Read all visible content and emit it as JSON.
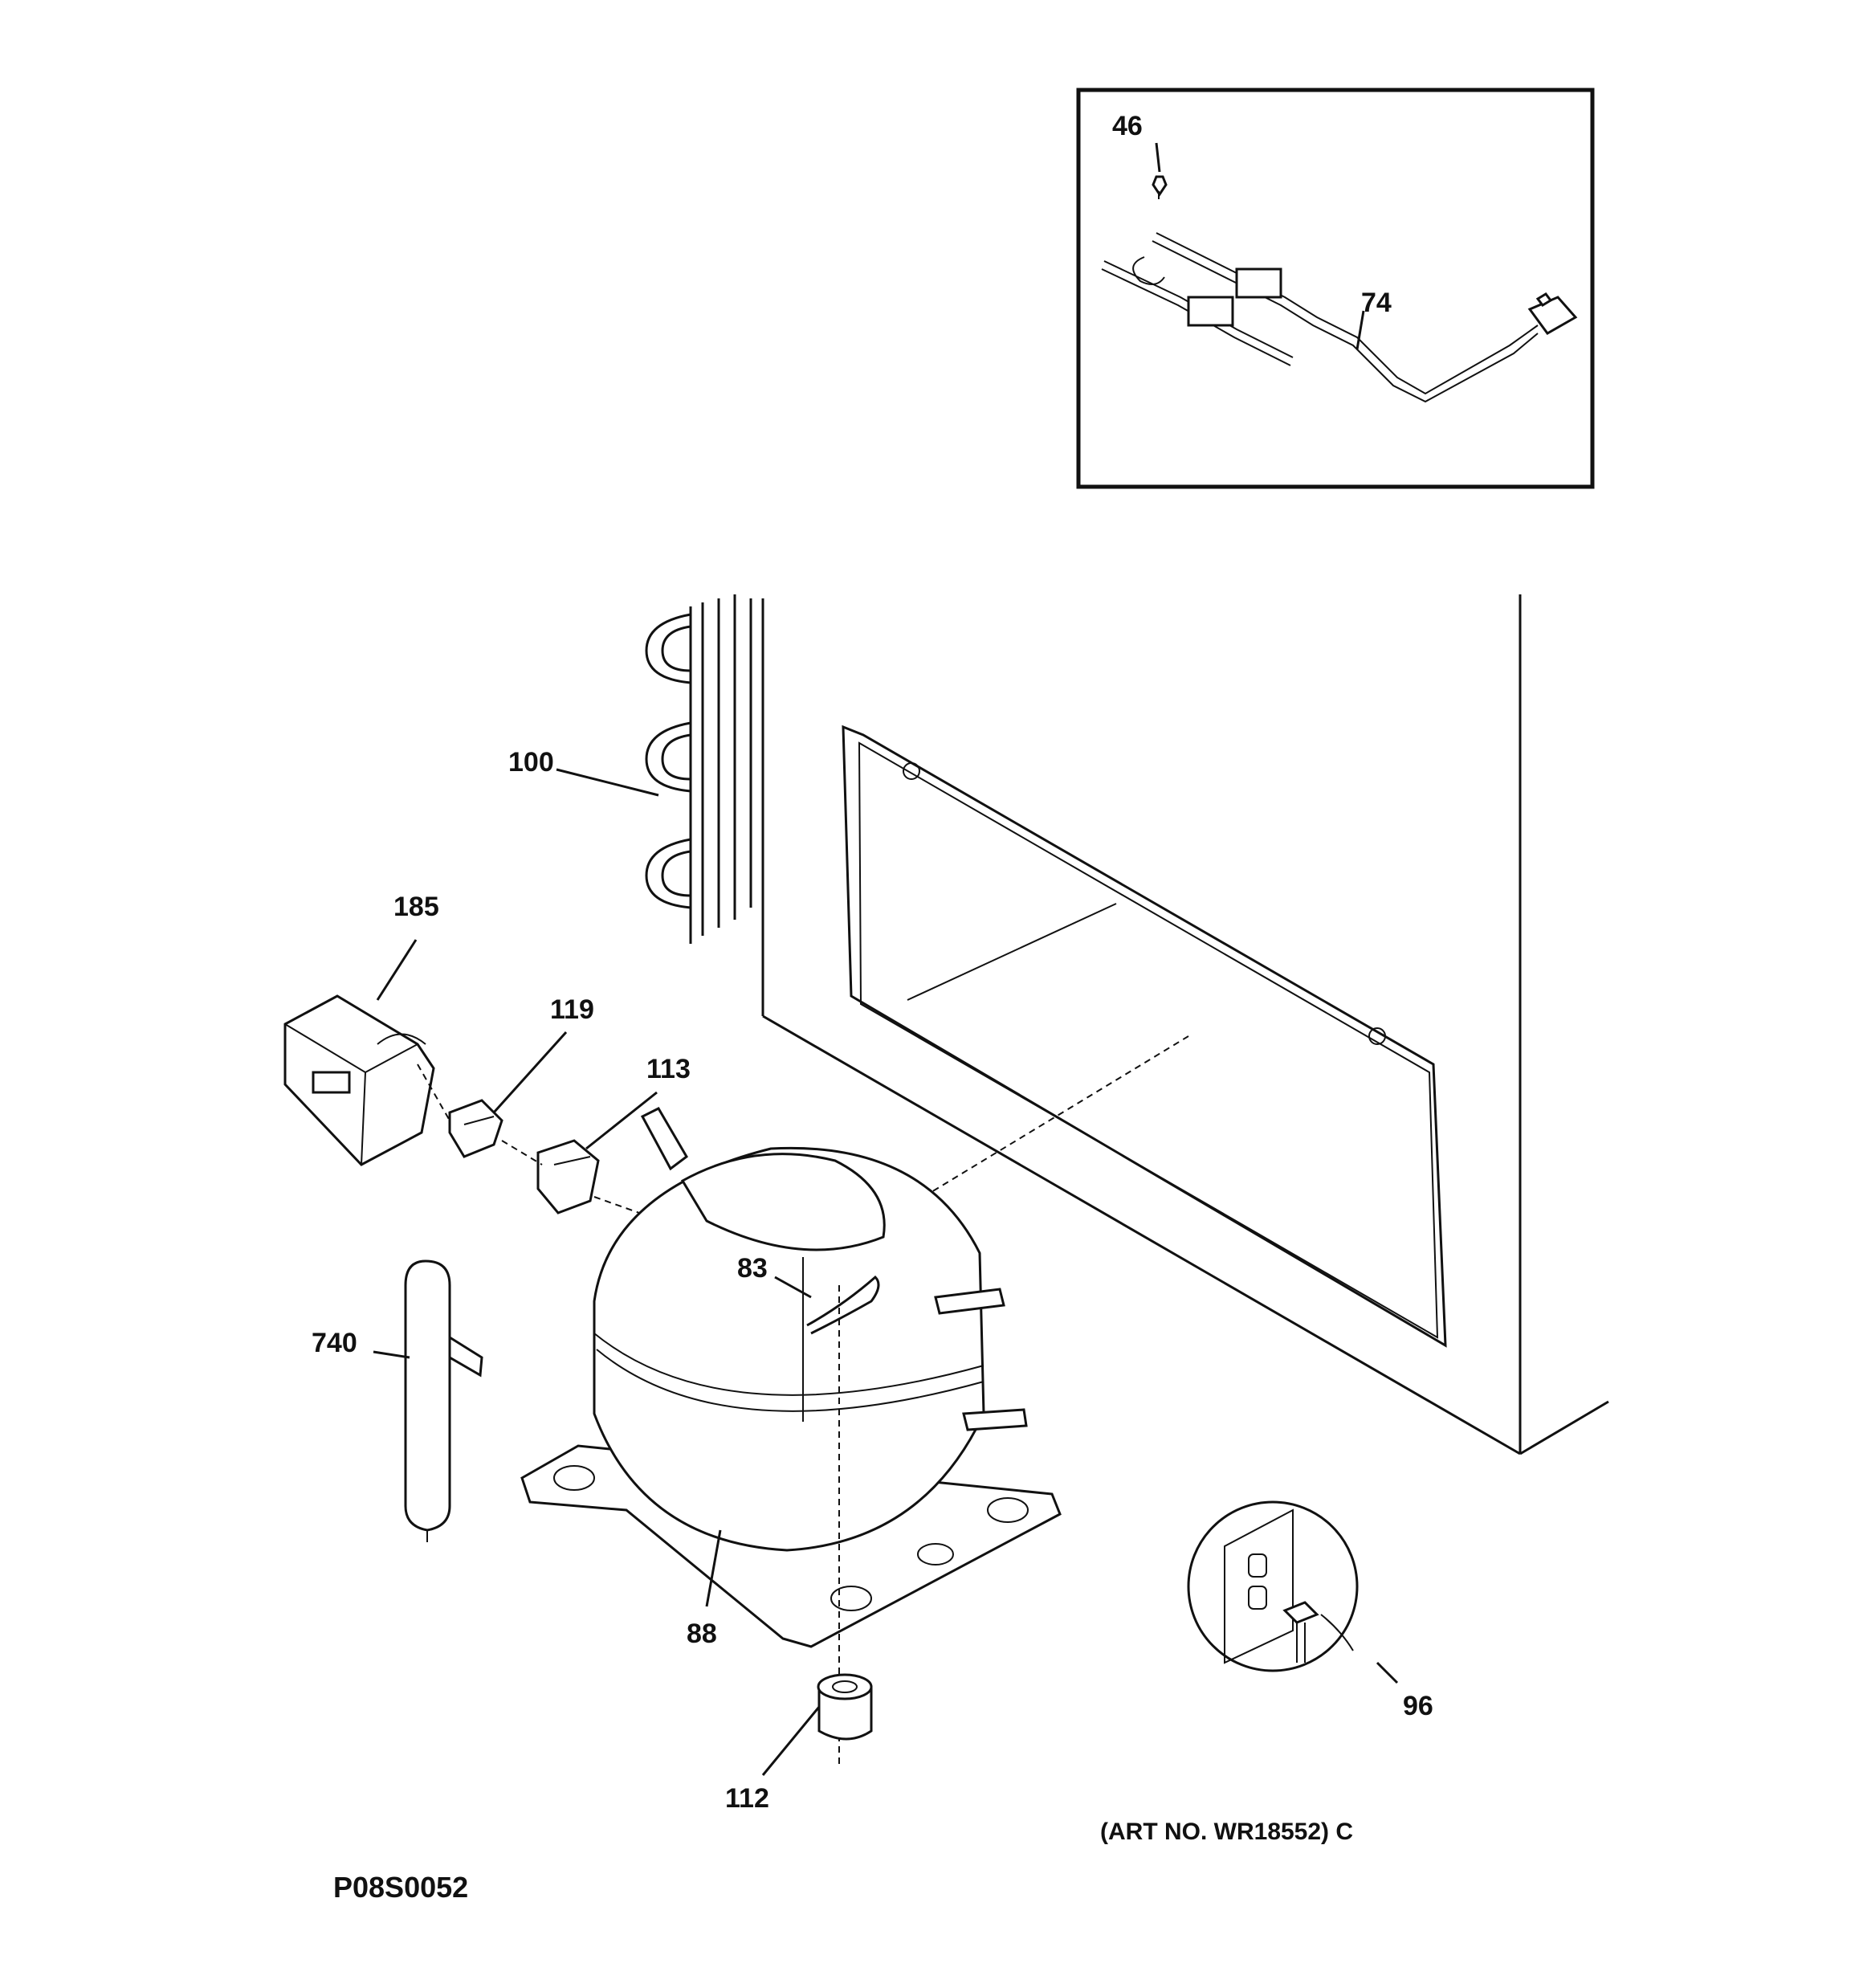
{
  "diagram": {
    "drawing_code": "P08S0052",
    "art_number": "(ART NO. WR18552) C",
    "callouts": [
      {
        "id": "46",
        "part": "screw"
      },
      {
        "id": "74",
        "part": "wire-harness"
      },
      {
        "id": "100",
        "part": "condenser-coil"
      },
      {
        "id": "185",
        "part": "cover"
      },
      {
        "id": "119",
        "part": "relay"
      },
      {
        "id": "113",
        "part": "overload-protector"
      },
      {
        "id": "83",
        "part": "clip"
      },
      {
        "id": "740",
        "part": "drier"
      },
      {
        "id": "88",
        "part": "compressor"
      },
      {
        "id": "112",
        "part": "grommet"
      },
      {
        "id": "96",
        "part": "power-cord"
      }
    ]
  }
}
